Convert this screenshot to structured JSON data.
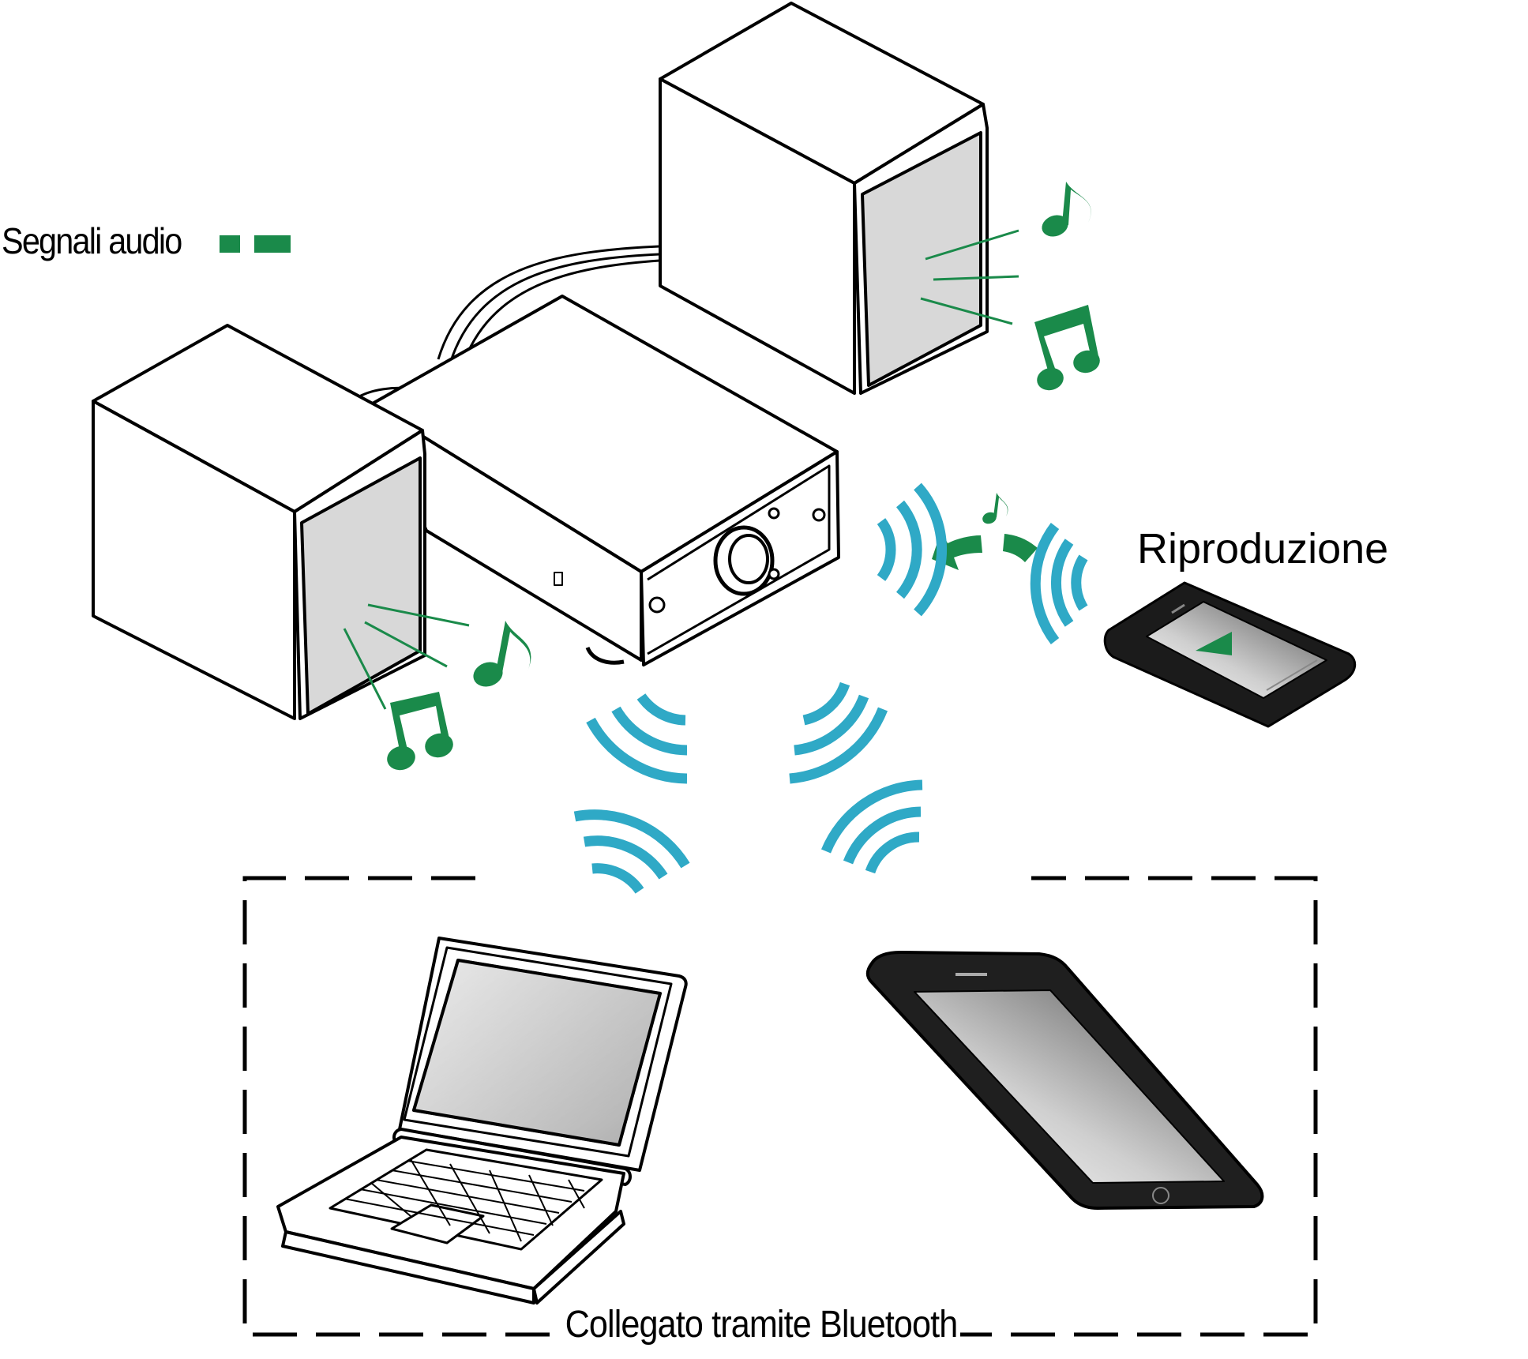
{
  "labels": {
    "audio_signals": "Segnali audio",
    "playback": "Riproduzione",
    "bt_connected": "Collegato tramite Bluetooth"
  },
  "colors": {
    "audio_green": "#1a8a4a",
    "bluetooth_blue": "#2fa9c6",
    "outline": "#000000",
    "panel_grey": "#d8d8d8"
  },
  "icons": [
    "speaker-icon",
    "amplifier-icon",
    "music-note-icon",
    "bluetooth-wave-icon",
    "smartphone-icon",
    "laptop-icon",
    "tablet-phone-icon",
    "play-icon"
  ]
}
